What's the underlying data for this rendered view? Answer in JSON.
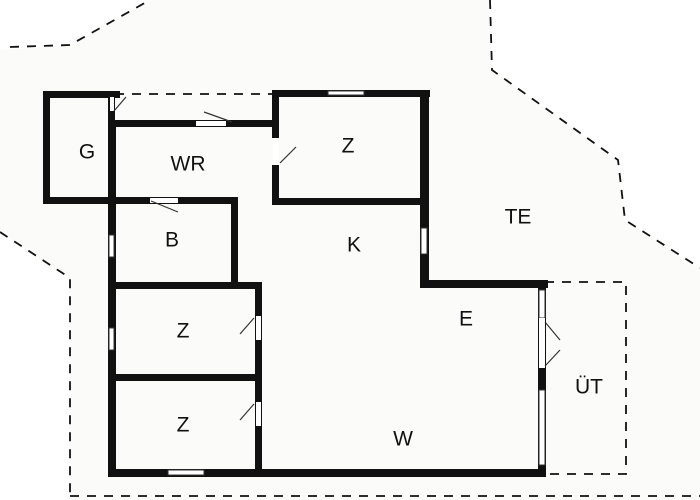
{
  "plan": {
    "colors": {
      "lot": "#fbfcfa",
      "wall": "#111111",
      "paper": "#ffffff"
    },
    "rooms": {
      "g": "G",
      "wr": "WR",
      "z_top": "Z",
      "b": "B",
      "k": "K",
      "te": "TE",
      "z_mid": "Z",
      "e": "E",
      "z_bottom": "Z",
      "w": "W",
      "ut": "ÜT"
    }
  }
}
